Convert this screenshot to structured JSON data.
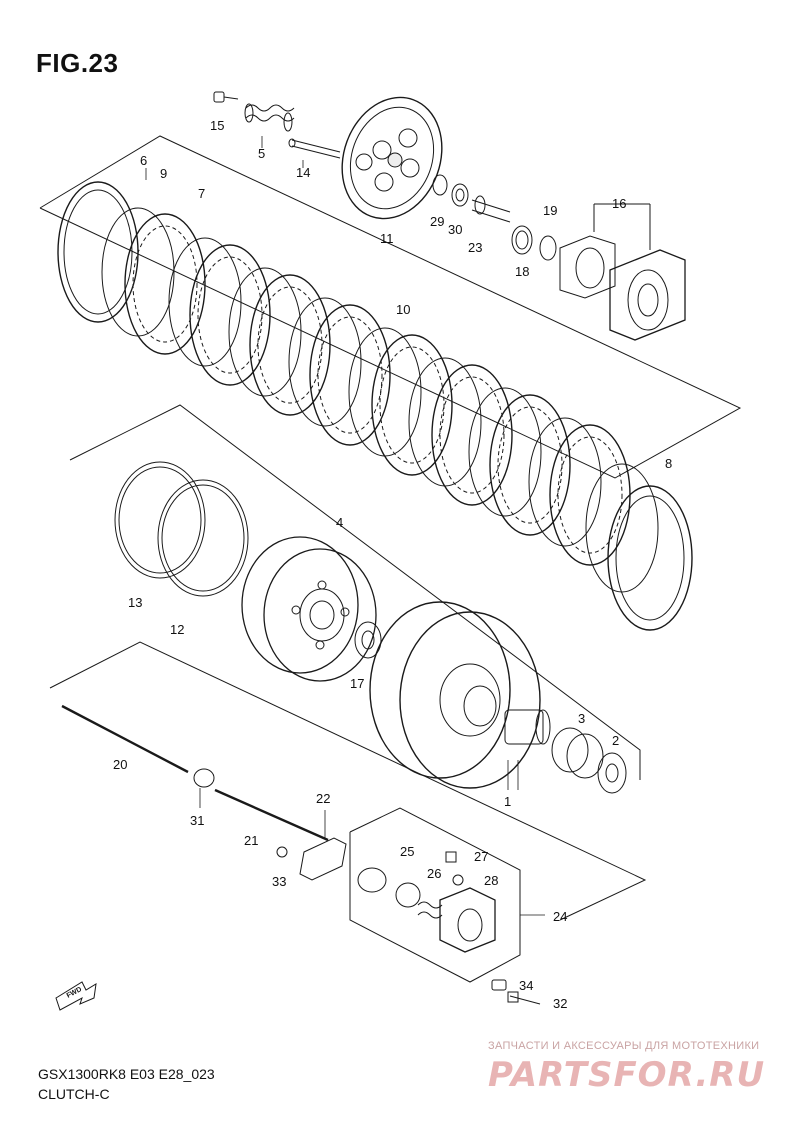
{
  "figure": {
    "title": "FIG.23",
    "model_code": "GSX1300RK8 E03 E28_023",
    "group_name": "CLUTCH-C"
  },
  "callouts": [
    "1",
    "2",
    "3",
    "4",
    "5",
    "6",
    "7",
    "8",
    "9",
    "10",
    "11",
    "12",
    "13",
    "14",
    "15",
    "16",
    "17",
    "18",
    "19",
    "20",
    "21",
    "22",
    "23",
    "24",
    "25",
    "26",
    "27",
    "28",
    "29",
    "30",
    "31",
    "32",
    "33",
    "34"
  ],
  "direction_marker": "FWD",
  "watermark": {
    "tagline": "ЗАПЧАСТИ И АКСЕССУАРЫ ДЛЯ МОТОТЕХНИКИ",
    "logo": "PARTSFOR.RU"
  },
  "colors": {
    "line": "#1a1a1a",
    "watermark_text": "#c9a3a3",
    "watermark_logo": "#e8b4b4"
  }
}
